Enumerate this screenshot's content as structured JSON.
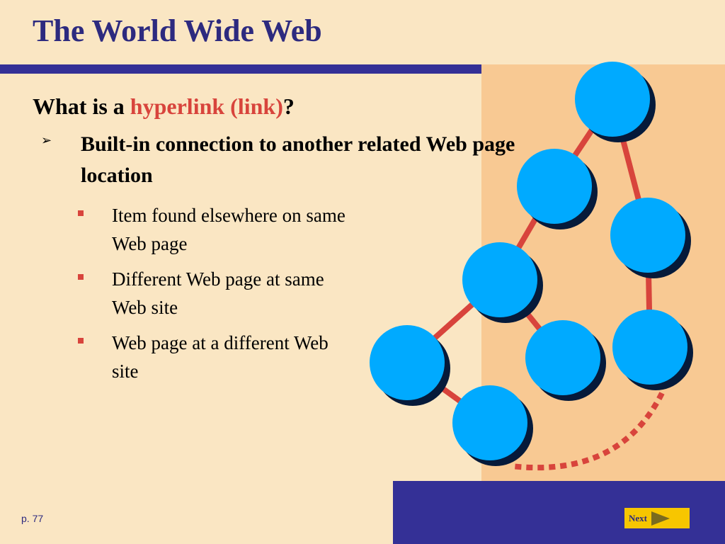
{
  "slide": {
    "title": "The World Wide Web",
    "question": {
      "prefix": "What is a ",
      "highlight": "hyperlink (link)",
      "suffix": "?"
    },
    "main_bullet": "Built-in connection to another related Web page location",
    "sub_bullets": [
      "Item found elsewhere on same Web page",
      "Different Web page at same Web site",
      "Web page at a different Web site"
    ]
  },
  "footer": {
    "page_ref": "p. 77",
    "next_label": "Next"
  },
  "colors": {
    "background": "#fae6c3",
    "title": "#2d2a7f",
    "rule": "#343096",
    "highlight": "#d8443c",
    "node": "#00aaff",
    "panel": "#f8c993",
    "next_button": "#f7c600"
  }
}
